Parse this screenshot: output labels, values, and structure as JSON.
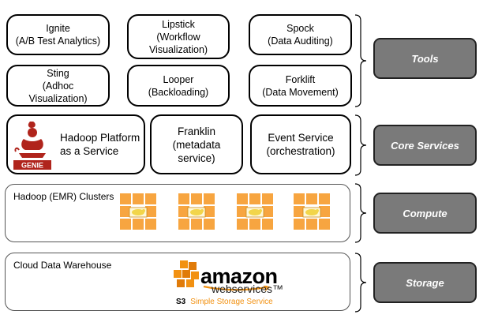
{
  "tools": [
    {
      "lines": [
        "Ignite",
        "(A/B Test Analytics)"
      ]
    },
    {
      "lines": [
        "Lipstick",
        "(Workflow",
        "Visualization)"
      ]
    },
    {
      "lines": [
        "Spock",
        "(Data Auditing)"
      ]
    },
    {
      "lines": [
        "Sting",
        "(Adhoc",
        "Visualization)"
      ]
    },
    {
      "lines": [
        "Looper",
        "(Backloading)"
      ]
    },
    {
      "lines": [
        "Forklift",
        "(Data Movement)"
      ]
    }
  ],
  "core": {
    "genie_logo_text": "GENIE",
    "hadoop_platform": [
      "Hadoop Platform",
      "as a Service"
    ],
    "franklin": [
      "Franklin",
      "(metadata",
      "service)"
    ],
    "event_service": [
      "Event Service",
      "(orchestration)"
    ]
  },
  "compute": {
    "label": "Hadoop (EMR) Clusters"
  },
  "storage": {
    "label": "Cloud Data Warehouse",
    "amazon": "amazon",
    "webservices": "webservices™",
    "s3": "S3",
    "s3_name": "Simple Storage Service"
  },
  "layers": [
    "Tools",
    "Core Services",
    "Compute",
    "Storage"
  ],
  "colors": {
    "tag_fill": "#7a7a7a",
    "cluster_orange": "#f7a540",
    "aws_orange": "#f29111",
    "genie_red": "#b0241c"
  }
}
